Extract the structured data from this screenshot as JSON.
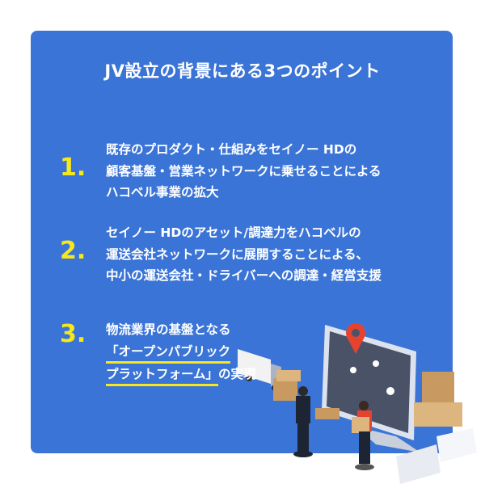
{
  "title": "JV設立の背景にある3つのポイント",
  "points": [
    {
      "number": "1.",
      "lines": [
        "既存のプロダクト・仕組みをセイノー HDの",
        "顧客基盤・営業ネットワークに乗せることによる",
        "ハコベル事業の拡大"
      ]
    },
    {
      "number": "2.",
      "lines": [
        "セイノー HDのアセット/調達力をハコベルの",
        "運送会社ネットワークに展開することによる、",
        "中小の運送会社・ドライバーへの調達・経営支援"
      ]
    },
    {
      "number": "3.",
      "lines": [
        "物流業界の基盤となる",
        "「オープンパブリック",
        "プラットフォーム」",
        "の実現"
      ]
    }
  ],
  "colors": {
    "card": "#3a74d6",
    "accent": "#f6e81c"
  }
}
